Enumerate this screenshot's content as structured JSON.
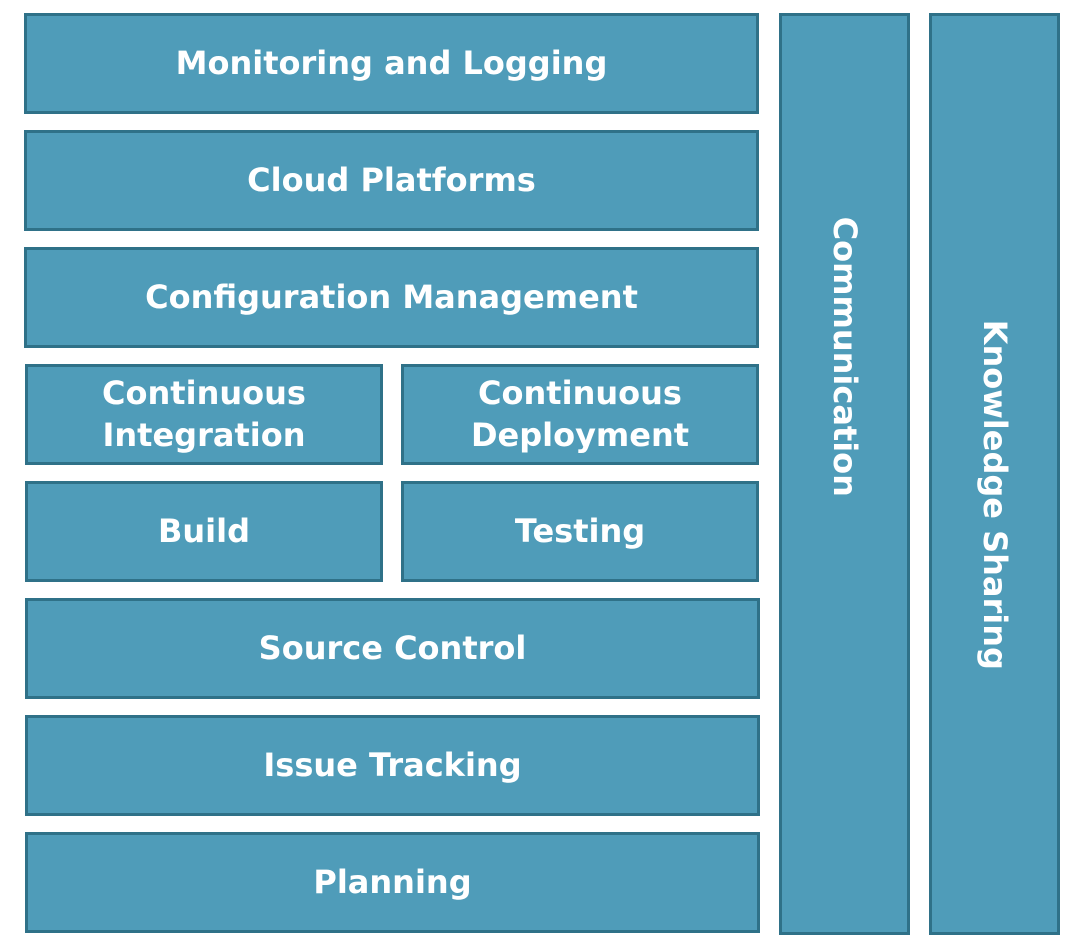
{
  "colors": {
    "block_fill": "#4f9cb9",
    "block_border": "#2f7188",
    "text": "#ffffff",
    "background": "#ffffff"
  },
  "layers": {
    "monitoring": "Monitoring and Logging",
    "cloud": "Cloud Platforms",
    "configuration": "Configuration Management",
    "continuous_integration": [
      "Continuous",
      "Integration"
    ],
    "continuous_deployment": [
      "Continuous",
      "Deployment"
    ],
    "build": "Build",
    "testing": "Testing",
    "source_control": "Source Control",
    "issue_tracking": "Issue Tracking",
    "planning": "Planning"
  },
  "pillars": {
    "communication": "Communication",
    "knowledge_sharing": "Knowledge Sharing"
  }
}
